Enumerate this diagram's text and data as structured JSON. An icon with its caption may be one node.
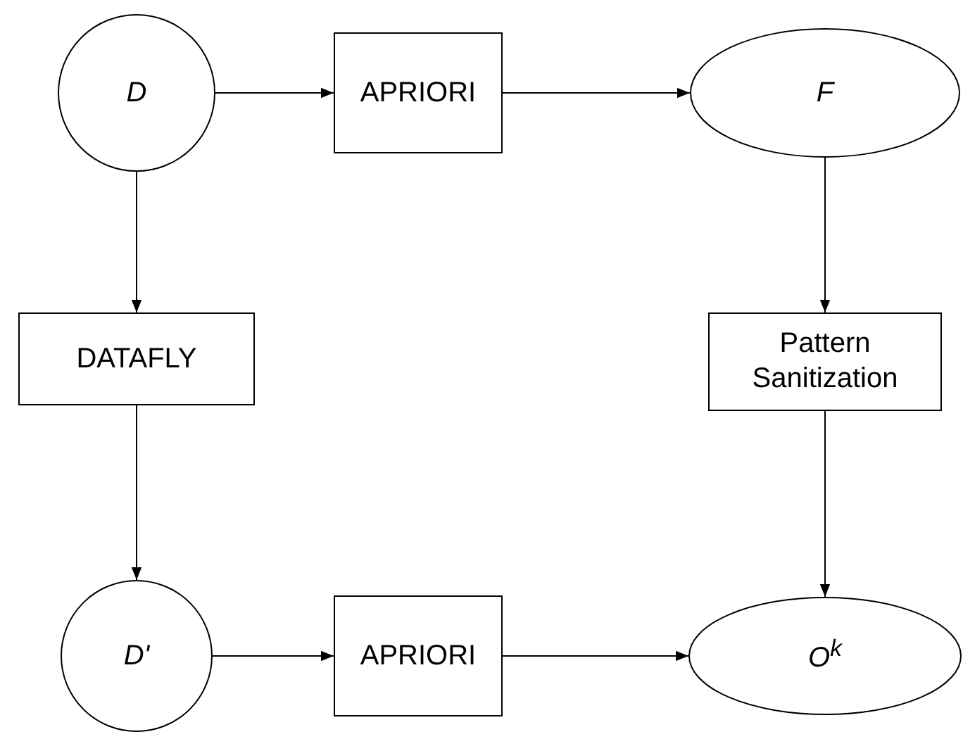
{
  "diagram": {
    "nodes": [
      {
        "text": [
          "D"
        ]
      },
      {
        "text": [
          "APRIORI"
        ]
      },
      {
        "text": [
          "F"
        ]
      },
      {
        "text": [
          "DATAFLY"
        ]
      },
      {
        "text": [
          "Pattern Sanitization"
        ]
      },
      {
        "text": [
          "D'"
        ]
      },
      {
        "text": [
          "APRIORI"
        ]
      },
      {
        "text": [
          "O$^{k}$"
        ]
      }
    ],
    "edges": [
      {
        "from": 0,
        "to": 1,
        "arrow": "to"
      },
      {
        "from": 1,
        "to": 2,
        "arrow": "to"
      },
      {
        "from": 0,
        "to": 3,
        "arrow": "to"
      },
      {
        "from": 2,
        "to": 4,
        "arrow": "to"
      },
      {
        "from": 3,
        "to": 5,
        "arrow": "to"
      },
      {
        "from": 4,
        "to": 7,
        "arrow": "to"
      },
      {
        "from": 5,
        "to": 6,
        "arrow": "to"
      },
      {
        "from": 6,
        "to": 7,
        "arrow": "to"
      }
    ]
  }
}
